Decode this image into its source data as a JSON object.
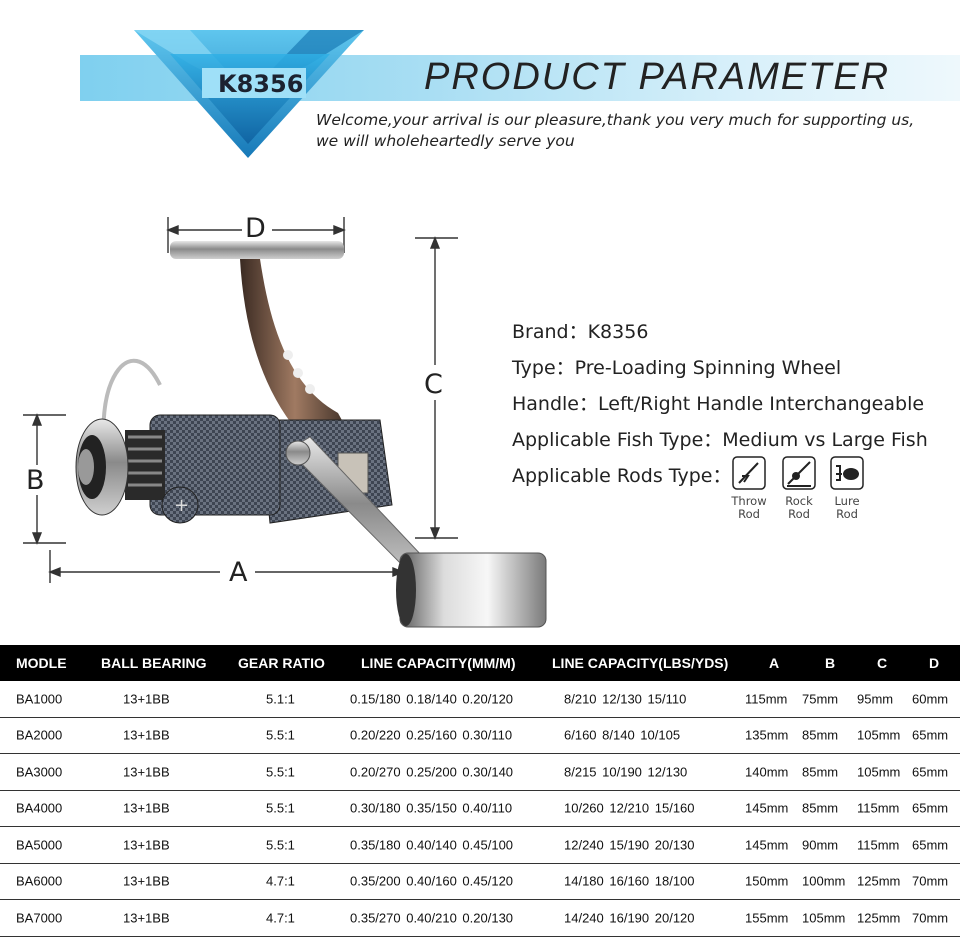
{
  "header": {
    "logo": "K8356",
    "title": "PRODUCT  PARAMETER",
    "welcome_line1": "Welcome,your arrival is our pleasure,thank you very much for supporting us,",
    "welcome_line2": "we will wholeheartedly serve you"
  },
  "dimensions": {
    "a": "A",
    "b": "B",
    "c": "C",
    "d": "D"
  },
  "specs": {
    "brand": "Brand：K8356",
    "type": "Type：Pre-Loading Spinning Wheel",
    "handle": "Handle：Left/Right Handle Interchangeable",
    "fish": "Applicable Fish Type：Medium vs Large Fish",
    "rods_label": "Applicable Rods Type：",
    "rods": [
      {
        "line1": "Throw",
        "line2": "Rod"
      },
      {
        "line1": "Rock",
        "line2": "Rod"
      },
      {
        "line1": "Lure",
        "line2": "Rod"
      }
    ]
  },
  "table": {
    "headers": [
      "MODLE",
      "BALL BEARING",
      "GEAR RATIO",
      "LINE CAPACITY(MM/M)",
      "LINE CAPACITY(LBS/YDS)",
      "A",
      "B",
      "C",
      "D"
    ],
    "rows": [
      {
        "model": "BA1000",
        "bearing": "13+1BB",
        "ratio": "5.1:1",
        "mm": "0.15/180  0.18/140  0.20/120",
        "lbs": "8/210  12/130  15/110",
        "a": "115mm",
        "b": "75mm",
        "c": "95mm",
        "d": "60mm"
      },
      {
        "model": "BA2000",
        "bearing": "13+1BB",
        "ratio": "5.5:1",
        "mm": "0.20/220  0.25/160  0.30/110",
        "lbs": "6/160  8/140  10/105",
        "a": "135mm",
        "b": "85mm",
        "c": "105mm",
        "d": "65mm"
      },
      {
        "model": "BA3000",
        "bearing": "13+1BB",
        "ratio": "5.5:1",
        "mm": "0.20/270  0.25/200  0.30/140",
        "lbs": "8/215  10/190  12/130",
        "a": "140mm",
        "b": "85mm",
        "c": "105mm",
        "d": "65mm"
      },
      {
        "model": "BA4000",
        "bearing": "13+1BB",
        "ratio": "5.5:1",
        "mm": "0.30/180  0.35/150  0.40/110",
        "lbs": "10/260  12/210  15/160",
        "a": "145mm",
        "b": "85mm",
        "c": "115mm",
        "d": "65mm"
      },
      {
        "model": "BA5000",
        "bearing": "13+1BB",
        "ratio": "5.5:1",
        "mm": "0.35/180  0.40/140  0.45/100",
        "lbs": "12/240  15/190  20/130",
        "a": "145mm",
        "b": "90mm",
        "c": "115mm",
        "d": "65mm"
      },
      {
        "model": "BA6000",
        "bearing": "13+1BB",
        "ratio": "4.7:1",
        "mm": "0.35/200  0.40/160  0.45/120",
        "lbs": "14/180  16/160  18/100",
        "a": "150mm",
        "b": "100mm",
        "c": "125mm",
        "d": "70mm"
      },
      {
        "model": "BA7000",
        "bearing": "13+1BB",
        "ratio": "4.7:1",
        "mm": "0.35/270  0.40/210  0.20/130",
        "lbs": "14/240  16/190  20/120",
        "a": "155mm",
        "b": "105mm",
        "c": "125mm",
        "d": "70mm"
      }
    ]
  },
  "colors": {
    "band": "#7fd0ef",
    "logo_blue": "#1ea3dc",
    "header_row": "#000000"
  }
}
